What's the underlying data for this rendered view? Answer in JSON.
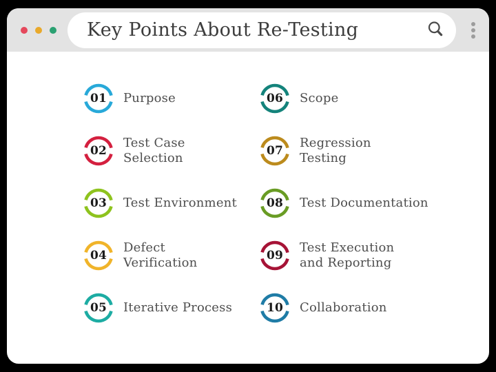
{
  "palette": {
    "canvas_bg": "#000000",
    "header_bg": "#e3e3e3",
    "content_bg": "#ffffff",
    "title_text": "#3c3c3c",
    "label_text": "#4e4e4e",
    "number_text": "#1b1b1b",
    "menu_dots": "#9c9c9c",
    "search_icon": "#4a4a4a"
  },
  "window": {
    "header": {
      "title": "Key Points About Re-Testing",
      "traffic_lights": [
        "#e5485c",
        "#e9a92b",
        "#2ba172"
      ]
    }
  },
  "items": [
    {
      "num": "01",
      "label": "Purpose",
      "color": "#28a9d9"
    },
    {
      "num": "02",
      "label": "Test Case\nSelection",
      "color": "#d4203f"
    },
    {
      "num": "03",
      "label": "Test Environment",
      "color": "#8ec31e"
    },
    {
      "num": "04",
      "label": "Defect\nVerification",
      "color": "#f0b42a"
    },
    {
      "num": "05",
      "label": "Iterative Process",
      "color": "#1daca3"
    },
    {
      "num": "06",
      "label": "Scope",
      "color": "#14837b"
    },
    {
      "num": "07",
      "label": "Regression\nTesting",
      "color": "#bc8b1d"
    },
    {
      "num": "08",
      "label": "Test Documentation",
      "color": "#699c24"
    },
    {
      "num": "09",
      "label": "Test Execution\nand Reporting",
      "color": "#a61336"
    },
    {
      "num": "10",
      "label": "Collaboration",
      "color": "#1f7ca6"
    }
  ]
}
